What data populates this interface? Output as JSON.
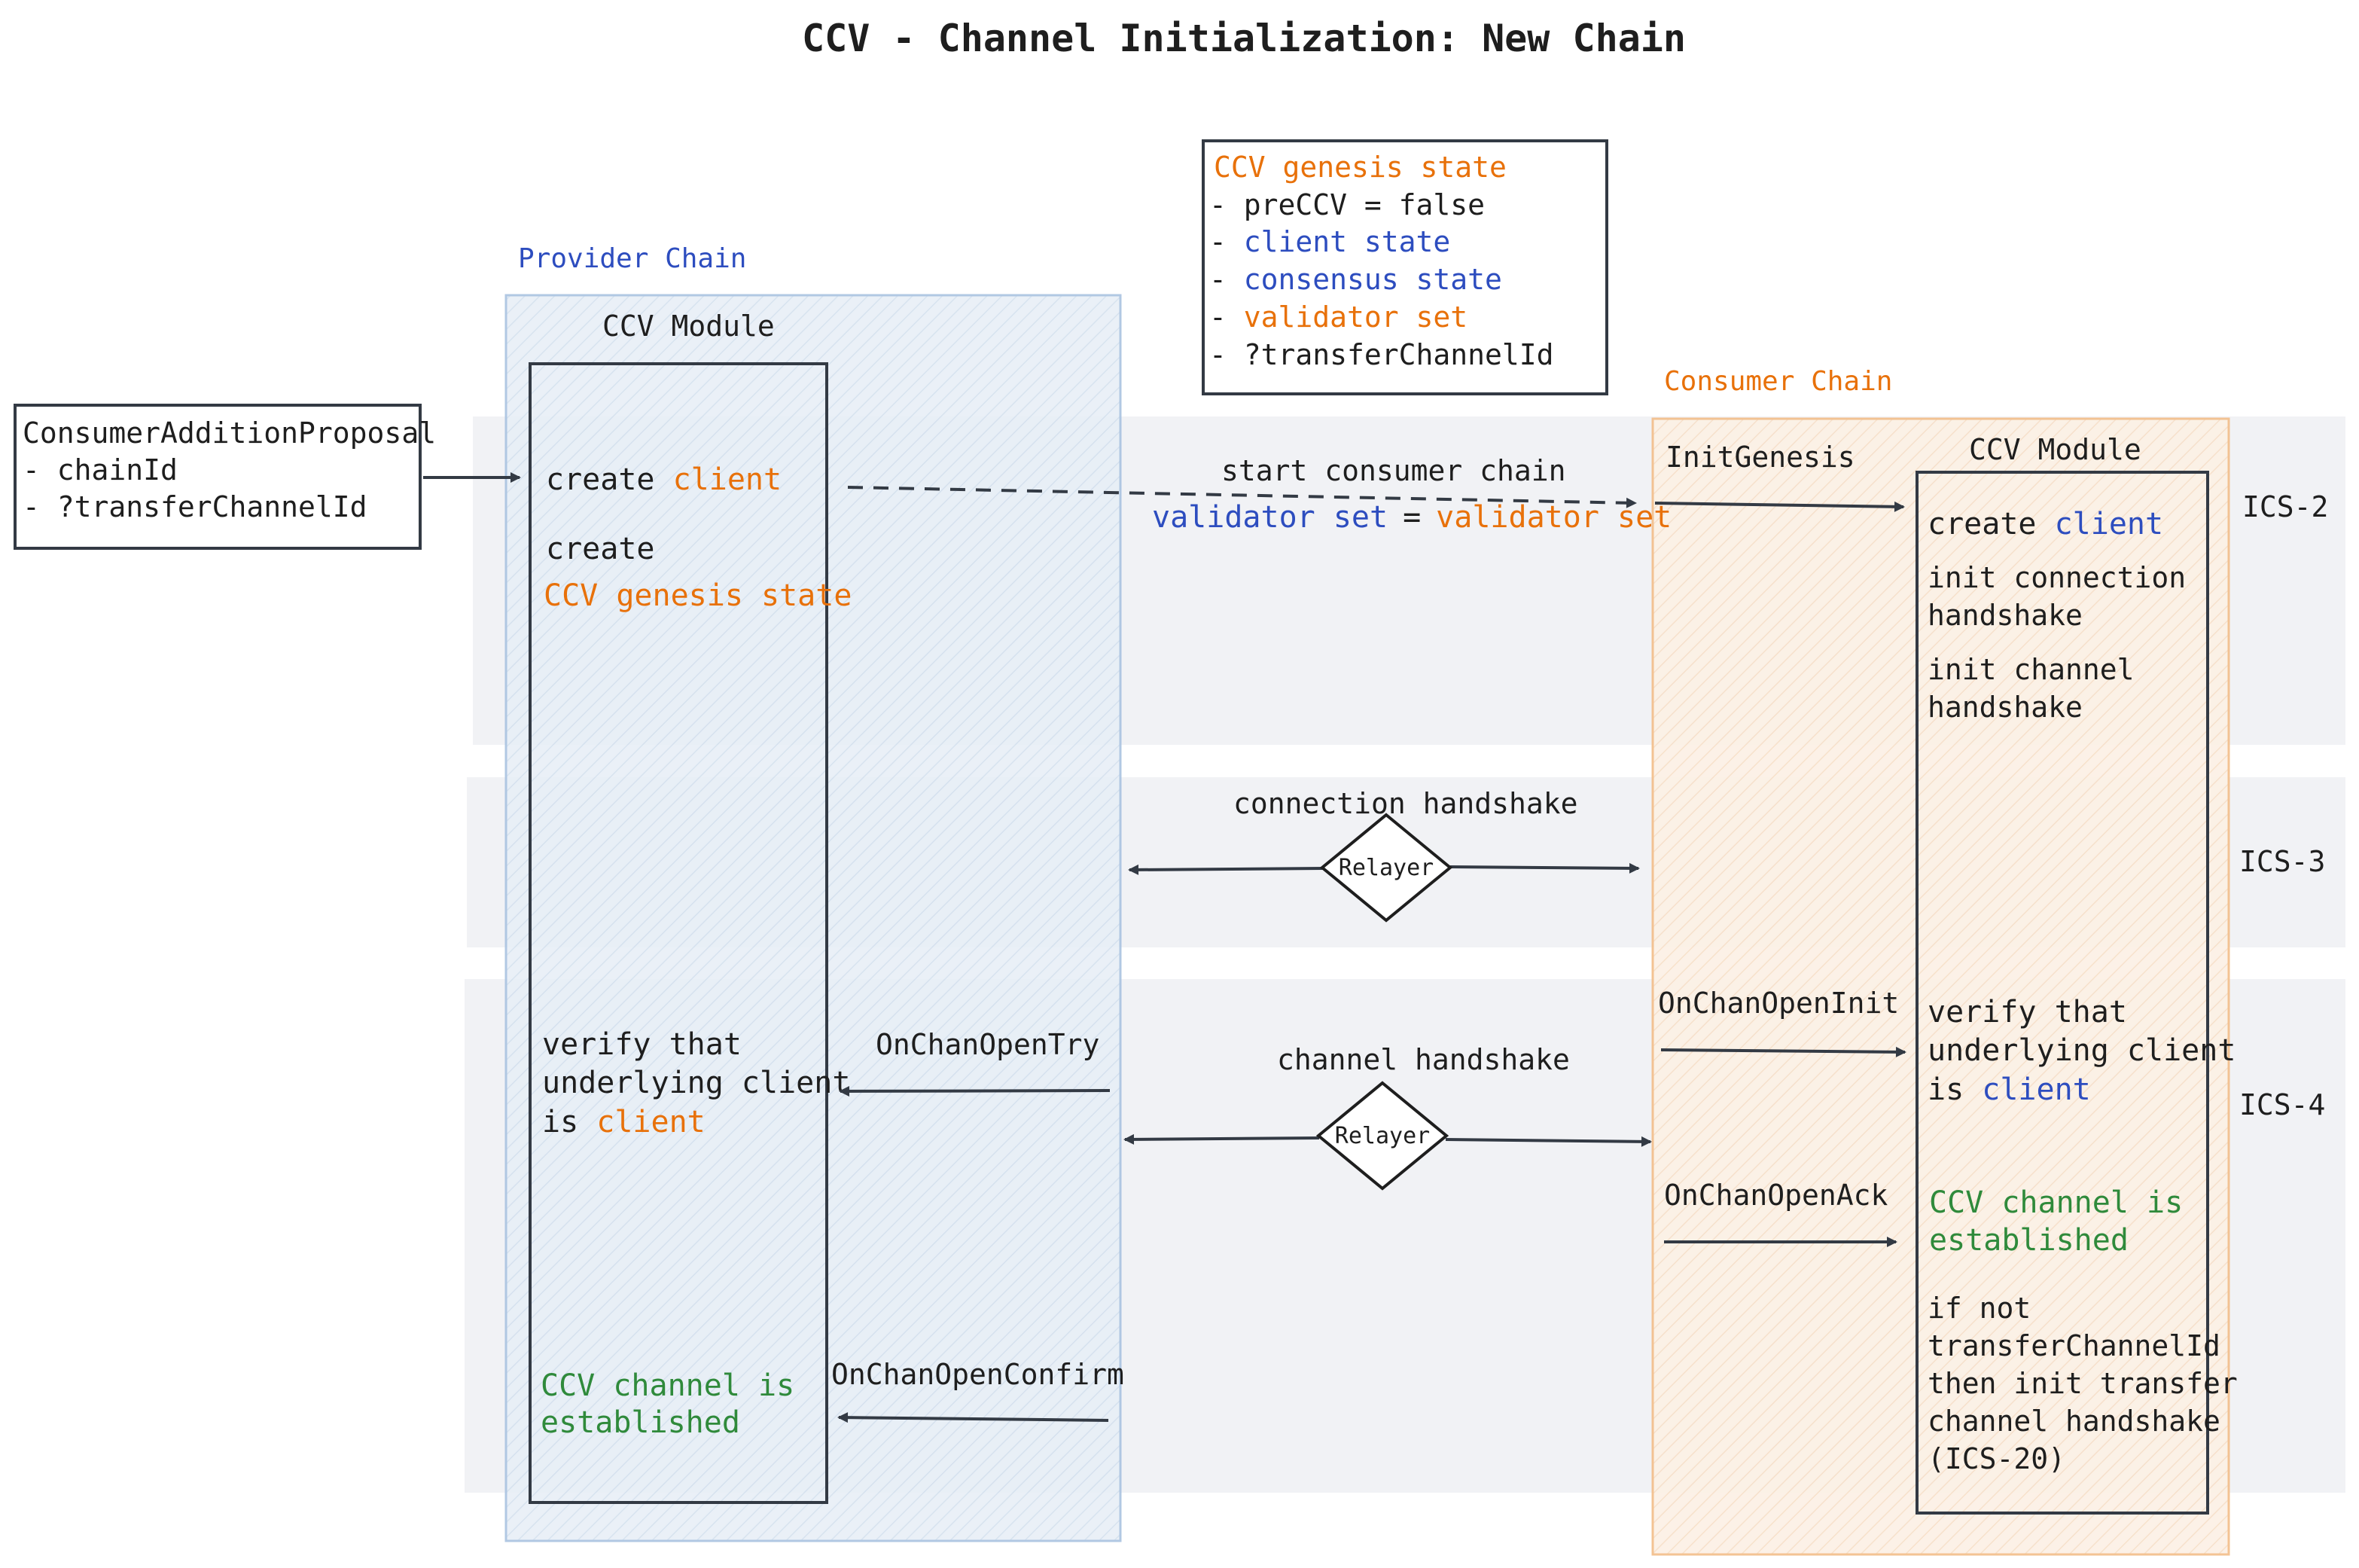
{
  "title": "CCV - Channel Initialization: New Chain",
  "colors": {
    "black": "#1e1e1e",
    "orange": "#e8710a",
    "blue": "#2d4dbf",
    "green": "#2f8a3b",
    "band": "#eef0f3",
    "provider_fill": "#e4ecf5",
    "provider_stroke": "#a9c3e0",
    "consumer_fill": "#fbeee2",
    "consumer_stroke": "#f3c08e"
  },
  "proposal": {
    "line1": "ConsumerAdditionProposal",
    "line2": "- chainId",
    "line3": "- ?transferChannelId"
  },
  "genesis_box": {
    "title": "CCV genesis state",
    "line1": "- preCCV = false",
    "line2_prefix": "- ",
    "line2": "client state",
    "line3_prefix": "- ",
    "line3": "consensus state",
    "line4_prefix": "- ",
    "line4": "validator set",
    "line5": "- ?transferChannelId"
  },
  "provider": {
    "label": "Provider Chain",
    "module_label": "CCV Module",
    "create_prefix": "create ",
    "create_client": "client",
    "create2": "create",
    "genesis_state": "CCV genesis state",
    "verify1": "verify that",
    "verify2": "underlying client",
    "verify3_prefix": "is ",
    "verify3_client": "client",
    "established1": "CCV channel is",
    "established2": "established"
  },
  "consumer": {
    "label": "Consumer Chain",
    "module_label": "CCV Module",
    "init_genesis": "InitGenesis",
    "create_prefix": "create ",
    "create_client": "client",
    "init_conn1": "init connection",
    "init_conn2": "handshake",
    "init_chan1": "init channel",
    "init_chan2": "handshake",
    "on_chan_open_init": "OnChanOpenInit",
    "on_chan_open_ack": "OnChanOpenAck",
    "verify1": "verify that",
    "verify2": "underlying client",
    "verify3_prefix": "is ",
    "verify3_client": "client",
    "established1": "CCV channel is",
    "established2": "established",
    "ifnot1": "if not",
    "ifnot2": "transferChannelId",
    "ifnot3": "then init transfer",
    "ifnot4": "channel handshake",
    "ifnot5": "(ICS-20)"
  },
  "middle": {
    "start_consumer": "start consumer chain",
    "vs_left": "validator set",
    "vs_eq": "=",
    "vs_right": "validator set",
    "connection_handshake": "connection handshake",
    "channel_handshake": "channel handshake",
    "relayer1": "Relayer",
    "relayer2": "Relayer",
    "on_chan_open_try": "OnChanOpenTry",
    "on_chan_open_confirm": "OnChanOpenConfirm"
  },
  "ics": {
    "ics2": "ICS-2",
    "ics3": "ICS-3",
    "ics4": "ICS-4"
  }
}
